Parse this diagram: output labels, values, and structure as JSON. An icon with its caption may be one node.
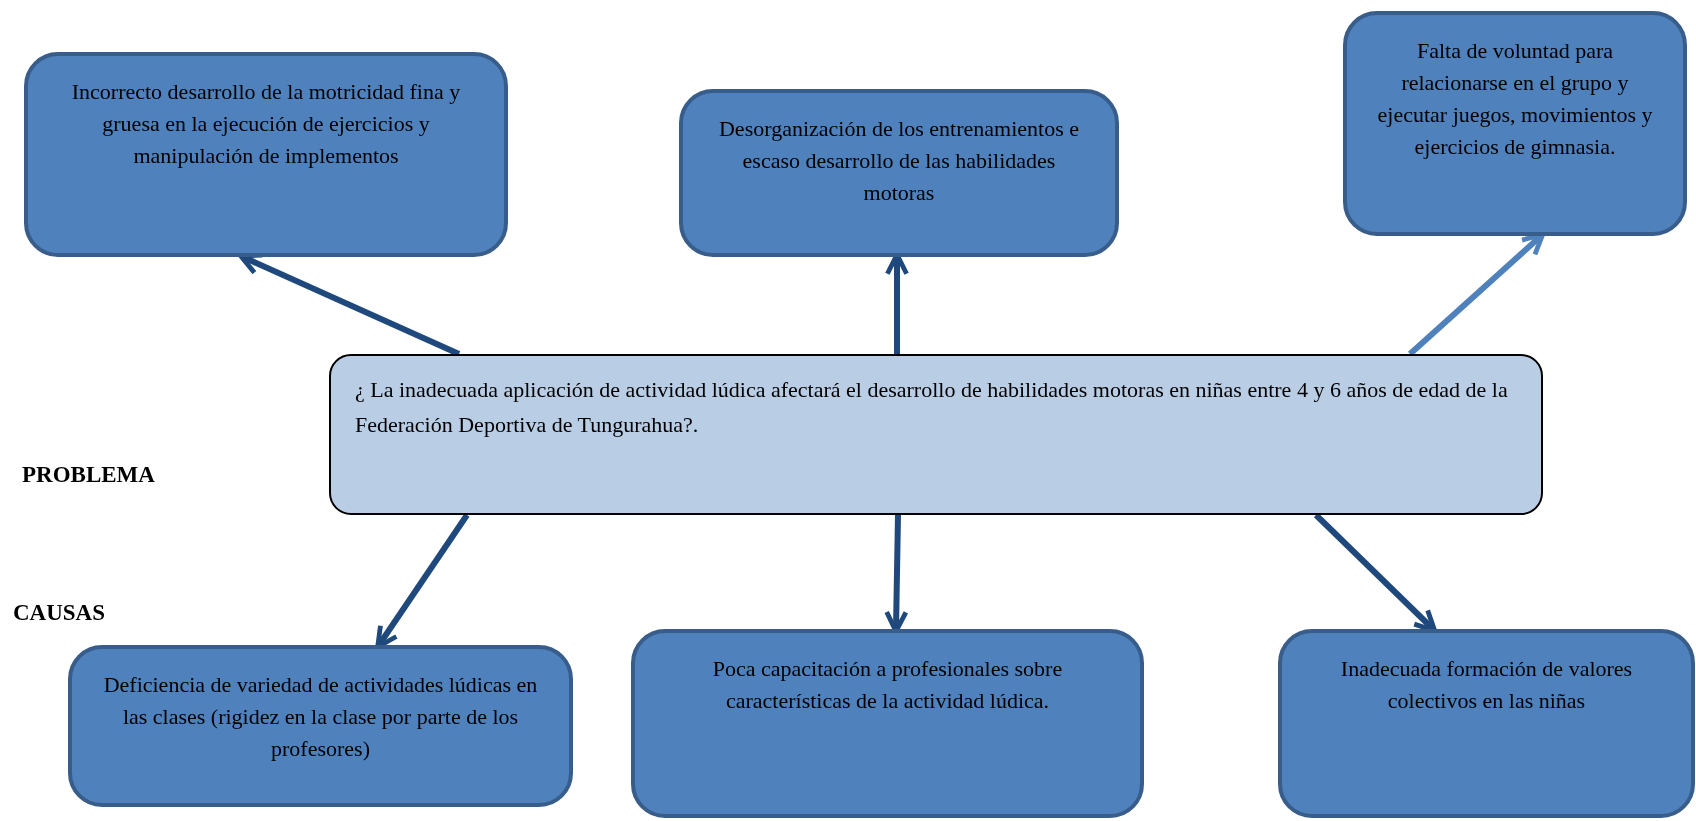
{
  "diagram": {
    "nodes": [
      {
        "text": [
          "Incorrecto desarrollo de la motricidad fina y gruesa en la ejecución de ejercicios y manipulación de implementos"
        ]
      },
      {
        "text": [
          "Desorganización de los entrenamientos e escaso desarrollo de las habilidades motoras"
        ]
      },
      {
        "text": [
          "Falta de voluntad para relacionarse en el grupo y ejecutar juegos, movimientos y ejercicios de gimnasia."
        ]
      },
      {
        "text": [
          "¿ La inadecuada aplicación de actividad lúdica afectará el desarrollo de habilidades motoras en niñas entre 4 y 6 años de edad de la Federación Deportiva de Tungurahua?."
        ]
      },
      {
        "text": [
          "Deficiencia de variedad de actividades lúdicas en las clases (rigidez en la clase por parte de los profesores)"
        ]
      },
      {
        "text": [
          "Poca capacitación a profesionales sobre características de la actividad lúdica."
        ]
      },
      {
        "text": [
          "Inadecuada formación de valores colectivos en las niñas"
        ]
      }
    ],
    "edges": [
      {
        "from": 3,
        "to": 0,
        "arrow": "to"
      },
      {
        "from": 3,
        "to": 1,
        "arrow": "to"
      },
      {
        "from": 3,
        "to": 2,
        "arrow": "to",
        "color": "#4f81bd"
      },
      {
        "from": 3,
        "to": 4,
        "arrow": "to"
      },
      {
        "from": 3,
        "to": 5,
        "arrow": "to"
      },
      {
        "from": 3,
        "to": 6,
        "arrow": "to"
      }
    ],
    "labels": [
      "PROBLEMA",
      "CAUSAS"
    ]
  }
}
